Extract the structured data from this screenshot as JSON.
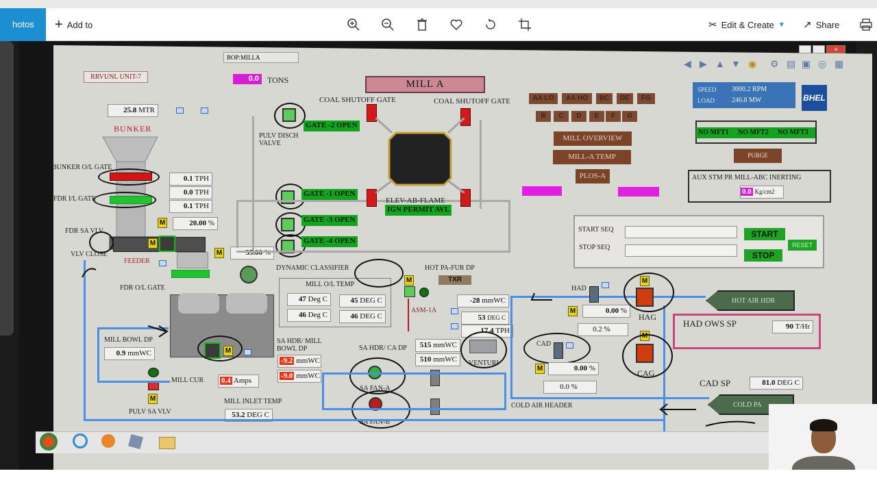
{
  "app": {
    "photos_tab": "hotos",
    "add_to": "Add to",
    "edit_create": "Edit & Create",
    "share": "Share"
  },
  "scada": {
    "window_title": "BOP:MILLA",
    "unit_label": "RRVUNL UNIT-7",
    "tons_value": "0.0",
    "tons_unit": "TONS",
    "mill_title": "MILL A",
    "level_value": "25.8",
    "level_unit": "MTR",
    "bunker": "BUNKER",
    "bunker_ol_gate": "BUNKER O/L GATE",
    "fdr_il_gate": "FDR I/L GATE",
    "fdr_sa_vlv": "FDR SA VLV",
    "vlv_close": "VLV CLOSE",
    "feeder": "FEEDER",
    "fdr_ol_gate": "FDR O/L GATE",
    "tph1": "0.1",
    "tph2": "0.0",
    "tph3": "0.1",
    "tph_unit": "TPH",
    "pct1": "20.00",
    "pct2": "35.00",
    "pct_unit": "%",
    "pulv_disch_valve": "PULV DISCH\nVALVE",
    "coal_shutoff_gate_l": "COAL SHUTOFF GATE",
    "coal_shutoff_gate_r": "COAL SHUTOFF GATE",
    "gate2": "GATE -2 OPEN",
    "gate1": "GATE -1 OPEN",
    "gate3": "GATE -3 OPEN",
    "gate4": "GATE -4 OPEN",
    "elev_flame": "ELEV-AB-FLAME",
    "ign_permit": "IGN PERMIT AVL",
    "dynamic_classifier": "DYNAMIC CLASSIFIER",
    "mill_ol_temp": "MILL O/L TEMP",
    "temp1": "47",
    "temp2": "45",
    "temp3": "46",
    "temp4": "46",
    "temp_unit_a": "Deg C",
    "temp_unit_b": "DEG C",
    "mill_bowl_dp": "MILL BOWL DP",
    "bowl_dp_value": "0.9",
    "bowl_dp_unit": "mmWC",
    "mill_cur": "MILL CUR",
    "mill_cur_value": "0.4",
    "mill_cur_unit": "Amps",
    "pulv_sa_vlv": "PULV SA VLV",
    "sa_hdr_mill": "SA HDR/ MILL\nBOWL DP",
    "sa_dp1": "-9.2",
    "sa_dp2": "-9.0",
    "mmwc": "mmWC",
    "mill_inlet_temp": "MILL INLET TEMP",
    "inlet_temp_value": "53.2",
    "inlet_temp_unit": "DEG C",
    "sa_hdr_ca_dp": "SA HDR/ CA DP",
    "sa_fan_a": "SA FAN-A",
    "sa_fan_b": "SA FAN-B",
    "sa_val1": "515",
    "sa_val2": "510",
    "asm": "ASM-1A",
    "hot_pa_fur_dp": "HOT PA-FUR DP",
    "txr": "TXR",
    "pa_dp_value": "-28",
    "pa_dp_unit": "mmWC",
    "pa_temp_value": "53",
    "pa_temp_unit": "DEG C",
    "pa_flow_value": "17.4",
    "pa_flow_unit": "TPH",
    "venturi": "VENTURI",
    "had": "HAD",
    "had_m_value": "0.00",
    "had_pos": "0.2",
    "hag": "HAG",
    "cad": "CAD",
    "cad_m_value": "0.00",
    "cad_pos": "0.0",
    "cag": "CAG",
    "cold_air_header": "COLD AIR HEADER",
    "hot_air_hdr": "HOT AIR HDR",
    "cold_pa_hdr": "COLD PA",
    "had_ows_sp": "HAD OWS SP",
    "had_ows_value": "90",
    "had_ows_unit": "T/Hr",
    "cad_sp": "CAD SP",
    "cad_sp_value": "81.0",
    "cad_sp_unit": "DEG C",
    "speed_label": "SPEED",
    "speed_value": "3000.2",
    "speed_unit": "RPM",
    "load_label": "LOAD",
    "load_value": "246.8",
    "load_unit": "MW",
    "logo": "BHEL",
    "mft": [
      "NO MFT1",
      "NO MFT2",
      "NO MFT3"
    ],
    "purge": "PURGE",
    "aux_stm": "AUX STM PR MILL-ABC INERTING",
    "aux_value": "0.0",
    "aux_unit": "Kg/cm2",
    "mill_keys_row1": [
      "AA LO",
      "AA HO",
      "BC",
      "DE",
      "FG"
    ],
    "mill_keys_row2": [
      "B",
      "C",
      "D",
      "E",
      "F",
      "G"
    ],
    "mill_overview": "MILL OVERVIEW",
    "mill_temp": "MILL-A TEMP",
    "plos": "PLOS-A",
    "start_seq": "START SEQ",
    "stop_seq": "STOP SEQ",
    "start": "START",
    "stop": "STOP",
    "reset": "RESET"
  },
  "colors": {
    "photos_accent": "#1c8fd3",
    "scada_bg": "#d7d8d2",
    "gate_green": "#14a31f",
    "gate_red": "#d11b1b",
    "air_blue": "#4a8fe6"
  }
}
